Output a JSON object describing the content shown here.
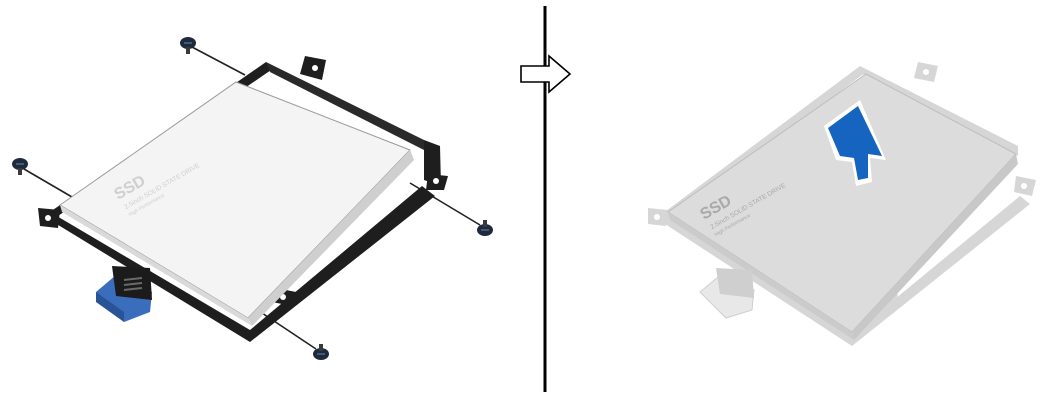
{
  "panels": [
    {
      "id": "step-1",
      "ssd": {
        "title": "SSD",
        "line1": "2.5inch SOLID STATE DRIVE",
        "line2": "High Performance"
      }
    },
    {
      "id": "step-2",
      "ssd": {
        "title": "SSD",
        "line1": "2.5inch SOLID STATE DRIVE",
        "line2": "High Performance"
      }
    }
  ],
  "colors": {
    "bracket": "#1e1e1e",
    "ssd_body": "#f4f4f4",
    "pull_tab": "#3a6ebd",
    "screw_head": "#1f2a3c",
    "lift_arrow": "#1565c0",
    "divider": "#000000",
    "faded_panel": "#d6d6d6"
  },
  "icons": [
    "screw-icon",
    "step-arrow-icon",
    "lift-arrow-icon"
  ]
}
